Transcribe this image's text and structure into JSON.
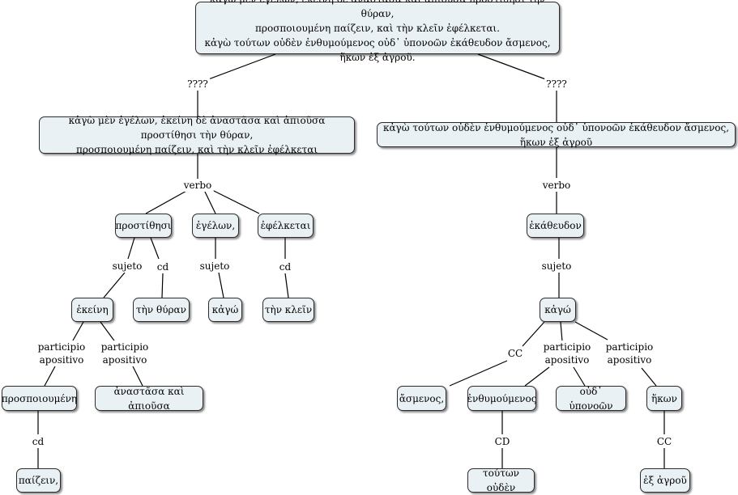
{
  "diagram": {
    "root": {
      "line1": "κἀγὼ μὲν ἐγέλων, ἐκείνη δὲ ἀναστᾶσα καὶ ἀπιοῦσα προστίθησι τὴν θύραν,",
      "line2": "προσποιουμένη παίζειν, καὶ τὴν κλεῖν ἐφέλκεται.",
      "line3": "κἀγὼ τούτων οὐδὲν ἐνθυμούμενος οὐδ᾽ ὑπονοῶν ἐκάθευδον ἄσμενος, ἥκων ἐξ ἀγροῦ."
    },
    "left_clause": {
      "line1": "κἀγὼ μὲν ἐγέλων, ἐκείνη δὲ ἀναστᾶσα καὶ ἀπιοῦσα προστίθησι τὴν θύραν,",
      "line2": "προσποιουμένη παίζειν, καὶ τὴν κλεῖν ἐφέλκεται"
    },
    "right_clause": "κἀγὼ τούτων οὐδὲν ἐνθυμούμενος οὐδ᾽ ὑπονοῶν ἐκάθευδον ἄσμενος, ἥκων ἐξ ἀγροῦ",
    "nodes": {
      "prostithesi": "προστίθησι",
      "egelon": "ἐγέλων,",
      "ephelketai": "ἐφέλκεται",
      "ekathеudon": "ἐκάθευδον",
      "ekeine": "ἐκείνη",
      "ten_thyran": "τὴν θύραν",
      "kago_left": "κἀγώ",
      "ten_klein": "τὴν κλεῖν",
      "kago_right": "κἀγώ",
      "prospoioumene": "προσποιουμένη",
      "anastasa": "ἀναστᾶσα καὶ ἀπιοῦσα",
      "asmenos": "ἄσμενος,",
      "enthymoumenos": "ἐνθυμούμενος",
      "oud_hyponoon": "οὐδ᾽ ὑπονοῶν",
      "hekon": "ἥκων",
      "paizein": "παίζειν,",
      "touton_ouden": "τούτων οὐδὲν",
      "ex_agrou": "ἐξ ἀγροῦ"
    },
    "labels": {
      "q_left": "????",
      "q_right": "????",
      "verbo_left": "verbo",
      "verbo_right": "verbo",
      "sujeto_a": "sujeto",
      "cd_a": "cd",
      "sujeto_b": "sujeto",
      "cd_b": "cd",
      "sujeto_right": "sujeto",
      "part_ap_1_l1": "participio",
      "part_ap_1_l2": "apositivo",
      "part_ap_2_l1": "participio",
      "part_ap_2_l2": "apositivo",
      "cc_right": "CC",
      "part_ap_3_l1": "participio",
      "part_ap_3_l2": "apositivo",
      "part_ap_4_l1": "participio",
      "part_ap_4_l2": "apositivo",
      "cd_c": "cd",
      "cd_upper": "CD",
      "cc_lower": "CC"
    }
  }
}
